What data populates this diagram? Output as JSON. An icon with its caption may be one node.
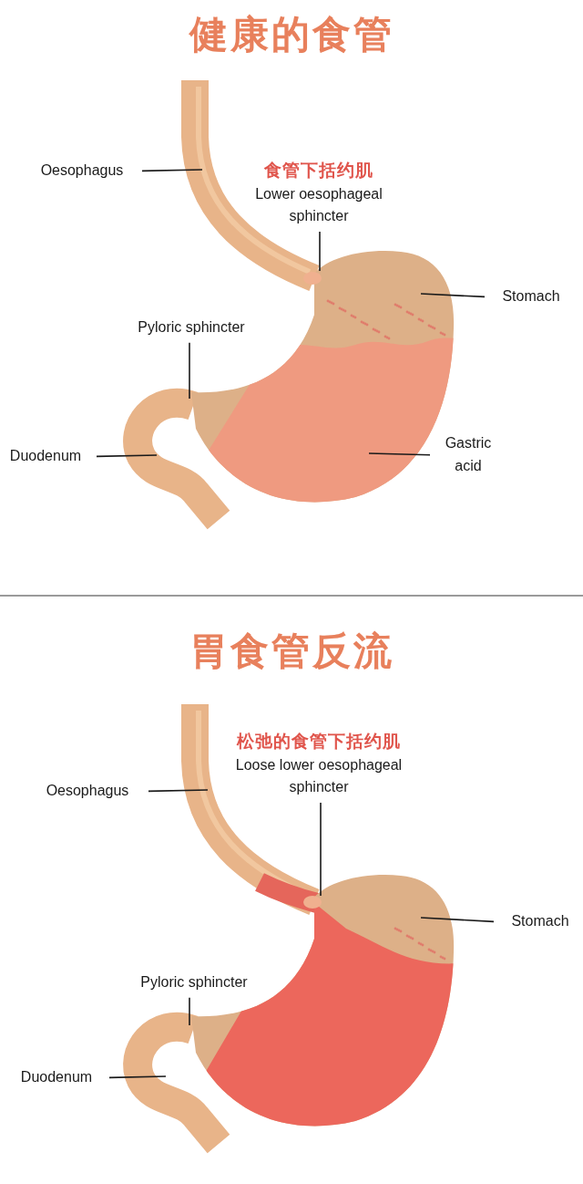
{
  "diagram": {
    "nodes": [
      {
        "text": [
          "Oesophagus"
        ]
      },
      {
        "text": [
          "食管下括约肌",
          "Lower oesophageal sphincter"
        ]
      },
      {
        "text": [
          "Stomach"
        ]
      },
      {
        "text": [
          "Pyloric sphincter"
        ]
      },
      {
        "text": [
          "Duodenum"
        ]
      },
      {
        "text": [
          "Gastric acid"
        ]
      },
      {
        "text": [
          "Oesophagus"
        ]
      },
      {
        "text": [
          "松弛的食管下括约肌",
          "Loose lower oesophageal sphincter"
        ]
      },
      {
        "text": [
          "Stomach"
        ]
      },
      {
        "text": [
          "Pyloric sphincter"
        ]
      },
      {
        "text": [
          "Duodenum"
        ]
      }
    ],
    "edges": [
      {
        "from": 0,
        "to": null,
        "arrow": "none"
      },
      {
        "from": 1,
        "to": null,
        "arrow": "none"
      },
      {
        "from": 2,
        "to": null,
        "arrow": "none"
      },
      {
        "from": 3,
        "to": null,
        "arrow": "none"
      },
      {
        "from": 4,
        "to": null,
        "arrow": "none"
      },
      {
        "from": 5,
        "to": null,
        "arrow": "none"
      },
      {
        "from": 6,
        "to": null,
        "arrow": "none"
      },
      {
        "from": 7,
        "to": null,
        "arrow": "none"
      },
      {
        "from": 8,
        "to": null,
        "arrow": "none"
      },
      {
        "from": 9,
        "to": null,
        "arrow": "none"
      },
      {
        "from": 10,
        "to": null,
        "arrow": "none"
      }
    ],
    "labels": [
      "健康的食管",
      "胃食管反流"
    ]
  }
}
